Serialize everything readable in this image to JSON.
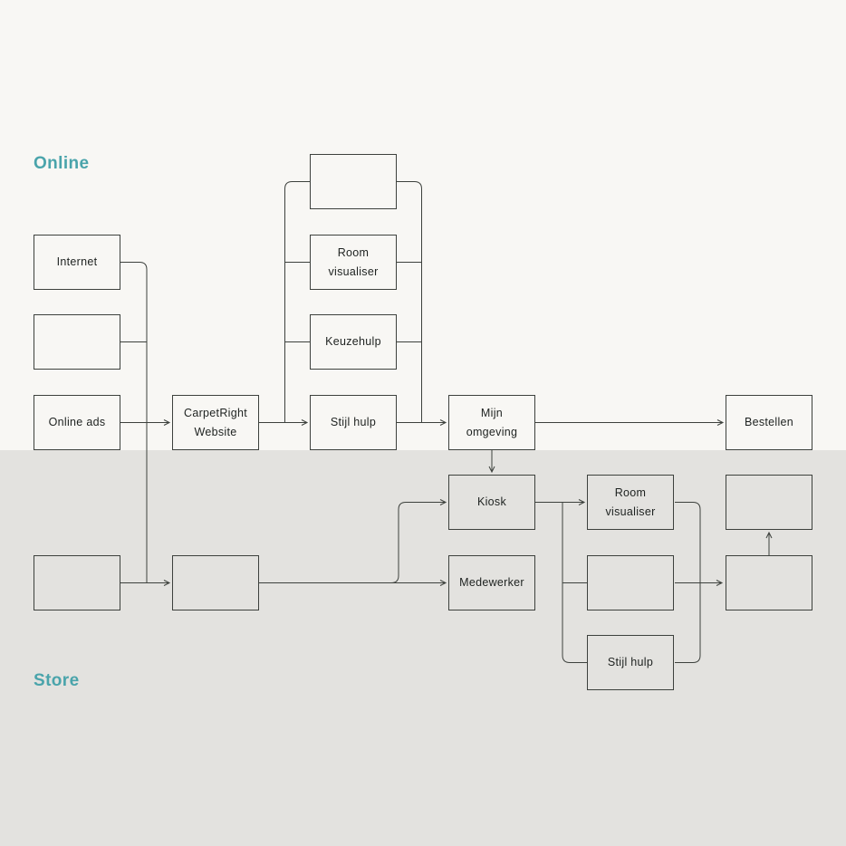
{
  "sections": {
    "online": {
      "label": "Online"
    },
    "store": {
      "label": "Store"
    }
  },
  "colors": {
    "online_background": "#f8f7f4",
    "store_background": "#e3e2df",
    "box_border": "#3d413d",
    "connector_line": "#3d413d",
    "node_text": "#1e2220",
    "section_label_accent": "#4aa4ab"
  },
  "nodes": [
    {
      "id": "internet",
      "label": "Internet"
    },
    {
      "id": "empty-online-left",
      "label": ""
    },
    {
      "id": "online-ads",
      "label": "Online ads"
    },
    {
      "id": "carpetright-website",
      "label": "CarpetRight\nWebsite"
    },
    {
      "id": "empty-top",
      "label": ""
    },
    {
      "id": "room-visualiser-online",
      "label": "Room\nvisualiser"
    },
    {
      "id": "keuzehulp",
      "label": "Keuzehulp"
    },
    {
      "id": "stijl-hulp-online",
      "label": "Stijl hulp"
    },
    {
      "id": "mijn-omgeving",
      "label": "Mijn\nomgeving"
    },
    {
      "id": "bestellen",
      "label": "Bestellen"
    },
    {
      "id": "kiosk",
      "label": "Kiosk"
    },
    {
      "id": "room-visualiser-store",
      "label": "Room\nvisualiser"
    },
    {
      "id": "empty-store-top-right",
      "label": ""
    },
    {
      "id": "empty-store-left",
      "label": ""
    },
    {
      "id": "empty-store-mid-left",
      "label": ""
    },
    {
      "id": "medewerker",
      "label": "Medewerker"
    },
    {
      "id": "empty-store-mid",
      "label": ""
    },
    {
      "id": "empty-store-right",
      "label": ""
    },
    {
      "id": "stijl-hulp-store",
      "label": "Stijl hulp"
    }
  ]
}
